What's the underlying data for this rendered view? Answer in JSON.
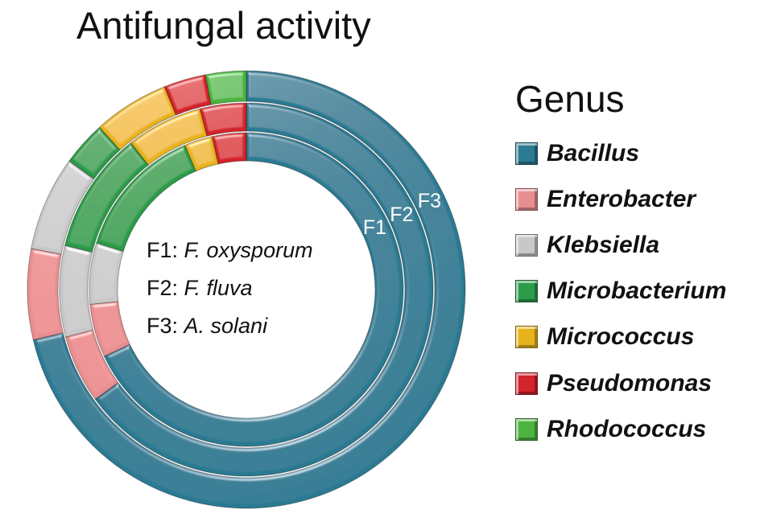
{
  "chart_data": {
    "type": "pie",
    "title": "Antifungal activity",
    "legend_title": "Genus",
    "legend_position": "right",
    "genera": [
      {
        "name": "Bacillus",
        "color": "#2a7a92"
      },
      {
        "name": "Enterobacter",
        "color": "#e98e90"
      },
      {
        "name": "Klebsiella",
        "color": "#c8c8c8"
      },
      {
        "name": "Microbacterium",
        "color": "#2c9c4a"
      },
      {
        "name": "Micrococcus",
        "color": "#e7b31c"
      },
      {
        "name": "Pseudomonas",
        "color": "#d3232b"
      },
      {
        "name": "Rhodococcus",
        "color": "#4cb33e"
      }
    ],
    "rings": [
      {
        "name": "F1",
        "fungus_genus": "F.",
        "fungus_species": "oxysporum",
        "percentages": [
          68.0,
          5.5,
          6.3,
          13.8,
          2.9,
          3.5,
          0
        ]
      },
      {
        "name": "F2",
        "fungus_genus": "F.",
        "fungus_species": "fluva",
        "percentages": [
          65.0,
          5.9,
          7.9,
          10.6,
          6.6,
          4.0,
          0
        ]
      },
      {
        "name": "F3",
        "fungus_genus": "A.",
        "fungus_species": "solani",
        "percentages": [
          71.3,
          6.7,
          7.0,
          3.3,
          5.6,
          3.1,
          3.0
        ]
      }
    ]
  }
}
